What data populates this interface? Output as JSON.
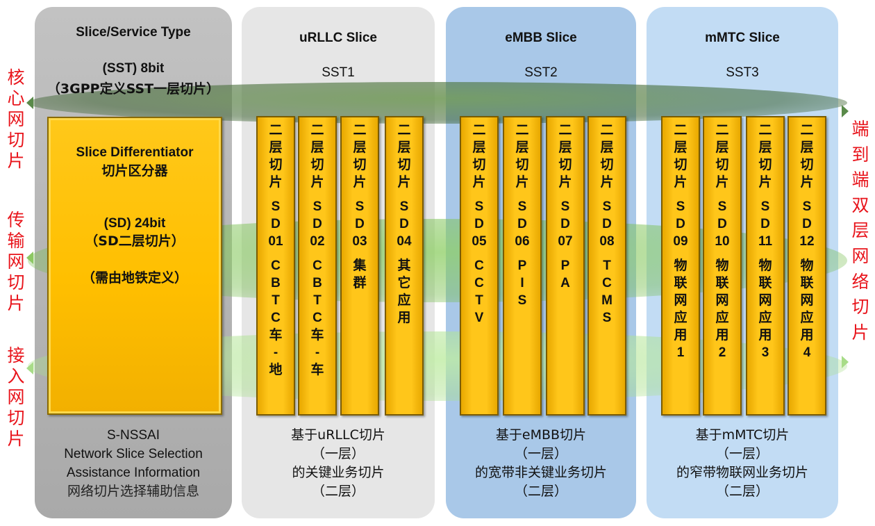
{
  "left_labels": [
    "核心网切片",
    "传输网切片",
    "接入网切片"
  ],
  "right_label": "端到端双层网络切片",
  "type_column": {
    "title": "Slice/Service Type",
    "sst_line1": "(SST) 8bit",
    "sst_line2": "（3GPP定义SST一层切片）",
    "sd_title_en": "Slice Differentiator",
    "sd_title_cn": "切片区分器",
    "sd_bits": "(SD) 24bit",
    "sd_desc": "（SD二层切片）",
    "sd_note": "（需由地铁定义）",
    "footer": [
      "S-NSSAI",
      "Network Slice Selection",
      "Assistance Information",
      "网络切片选择辅助信息"
    ]
  },
  "columns": [
    {
      "title": "uRLLC Slice",
      "sst": "SST1",
      "footer": [
        "基于uRLLC切片",
        "（一层）",
        "的关键业务切片",
        "（二层）"
      ],
      "bars": [
        {
          "head": "二层切片",
          "sd": "SD01",
          "name": "CBTC车-地"
        },
        {
          "head": "二层切片",
          "sd": "SD02",
          "name": "CBTC车-车"
        },
        {
          "head": "二层切片",
          "sd": "SD03",
          "name": "集群"
        },
        {
          "head": "二层切片",
          "sd": "SD04",
          "name": "其它应用"
        }
      ]
    },
    {
      "title": "eMBB Slice",
      "sst": "SST2",
      "footer": [
        "基于eMBB切片",
        "（一层）",
        "的宽带非关键业务切片",
        "（二层）"
      ],
      "bars": [
        {
          "head": "二层切片",
          "sd": "SD05",
          "name": "CCTV"
        },
        {
          "head": "二层切片",
          "sd": "SD06",
          "name": "PIS"
        },
        {
          "head": "二层切片",
          "sd": "SD07",
          "name": "PA"
        },
        {
          "head": "二层切片",
          "sd": "SD08",
          "name": "TCMS"
        }
      ]
    },
    {
      "title": "mMTC Slice",
      "sst": "SST3",
      "footer": [
        "基于mMTC切片",
        "（一层）",
        "的窄带物联网业务切片",
        "（二层）"
      ],
      "bars": [
        {
          "head": "二层切片",
          "sd": "SD09",
          "name": "物联网应用1"
        },
        {
          "head": "二层切片",
          "sd": "SD10",
          "name": "物联网应用2"
        },
        {
          "head": "二层切片",
          "sd": "SD11",
          "name": "物联网应用3"
        },
        {
          "head": "二层切片",
          "sd": "SD12",
          "name": "物联网应用4"
        }
      ]
    }
  ],
  "colors": {
    "side_label": "#e8141b",
    "bar_fill": "#ffc61a",
    "urllc_panel": "#e6e6e6",
    "embb_panel": "#a9c8e8",
    "mmtc_panel": "#c2dcf4",
    "type_panel": "#b0b0b0"
  }
}
